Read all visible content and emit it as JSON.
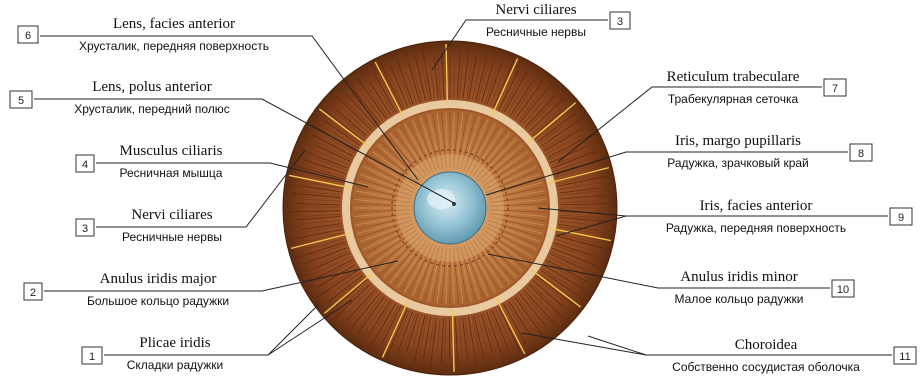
{
  "labels": [
    {
      "id": "lens-facies-anterior",
      "number": "6",
      "latin": "Lens, facies anterior",
      "russian": "Хрусталик, передняя поверхность"
    },
    {
      "id": "lens-polus-anterior",
      "number": "5",
      "latin": "Lens, polus anterior",
      "russian": "Хрусталик, передний полюс"
    },
    {
      "id": "musculus-ciliaris",
      "number": "4",
      "latin": "Musculus ciliaris",
      "russian": "Ресничная мышца"
    },
    {
      "id": "nervi-ciliares-left",
      "number": "3",
      "latin": "Nervi ciliares",
      "russian": "Ресничные нервы"
    },
    {
      "id": "anulus-iridis-major",
      "number": "2",
      "latin": "Anulus iridis major",
      "russian": "Большое кольцо радужки"
    },
    {
      "id": "plicae-iridis",
      "number": "1",
      "latin": "Plicae iridis",
      "russian": "Складки радужки"
    },
    {
      "id": "nervi-ciliares-top",
      "number": "3",
      "latin": "Nervi ciliares",
      "russian": "Ресничные нервы"
    },
    {
      "id": "reticulum-trabeculare",
      "number": "7",
      "latin": "Reticulum trabeculare",
      "russian": "Трабекулярная сеточка"
    },
    {
      "id": "iris-margo-pupillaris",
      "number": "8",
      "latin": "Iris, margo pupillaris",
      "russian": "Радужка, зрачковый край"
    },
    {
      "id": "iris-facies-anterior",
      "number": "9",
      "latin": "Iris, facies anterior",
      "russian": "Радужка, передняя поверхность"
    },
    {
      "id": "anulus-iridis-minor",
      "number": "10",
      "latin": "Anulus iridis minor",
      "russian": "Малое кольцо радужки"
    },
    {
      "id": "choroidea",
      "number": "11",
      "latin": "Choroidea",
      "russian": "Собственно сосудистая оболочка"
    }
  ],
  "colors": {
    "choroid_dark": "#6b3414",
    "choroid_mid": "#a35a2c",
    "ciliary_band": "#e8c9a0",
    "iris": "#b8733e",
    "iris_inner": "#d49a63",
    "nerves": "#f2c94c",
    "lens": "#7fb6cc",
    "lens_highlight": "#d8ecf3"
  }
}
